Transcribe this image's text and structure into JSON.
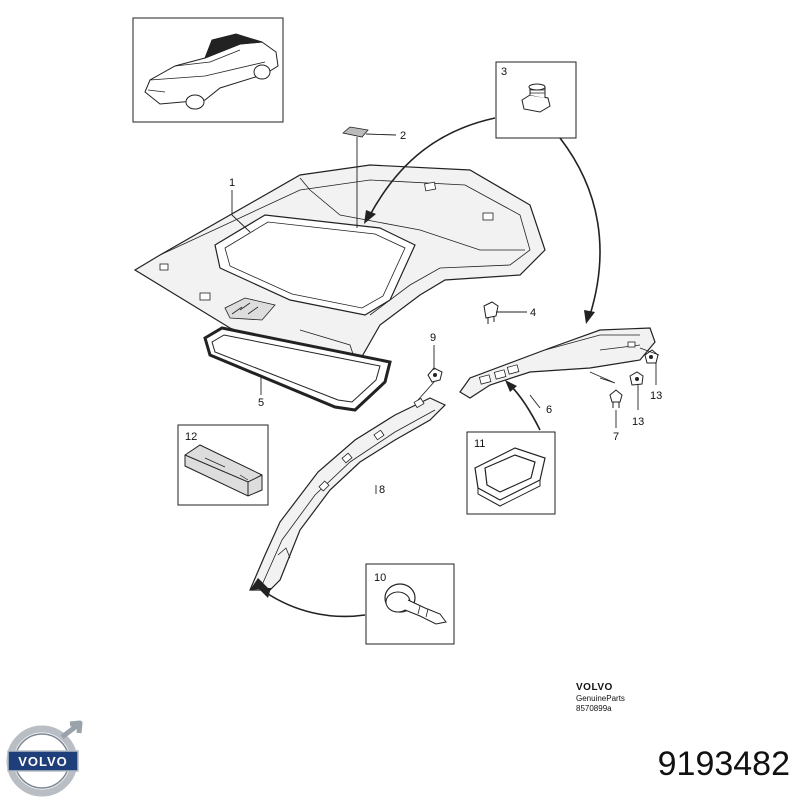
{
  "callouts": {
    "c1": "1",
    "c2": "2",
    "c3": "3",
    "c4": "4",
    "c5": "5",
    "c6": "6",
    "c7": "7",
    "c8": "8",
    "c9": "9",
    "c10": "10",
    "c11": "11",
    "c12": "12",
    "c13a": "13",
    "c13b": "13"
  },
  "brand_block": {
    "name": "VOLVO",
    "subtitle": "GenuineParts",
    "drawing_code": "8570899a"
  },
  "logo": {
    "text": "VOLVO"
  },
  "part_number": "9193482",
  "colors": {
    "line": "#222222",
    "fill": "#e6e6e6",
    "logo_blue": "#1f3f7a",
    "logo_silver": "#b9bec4"
  }
}
